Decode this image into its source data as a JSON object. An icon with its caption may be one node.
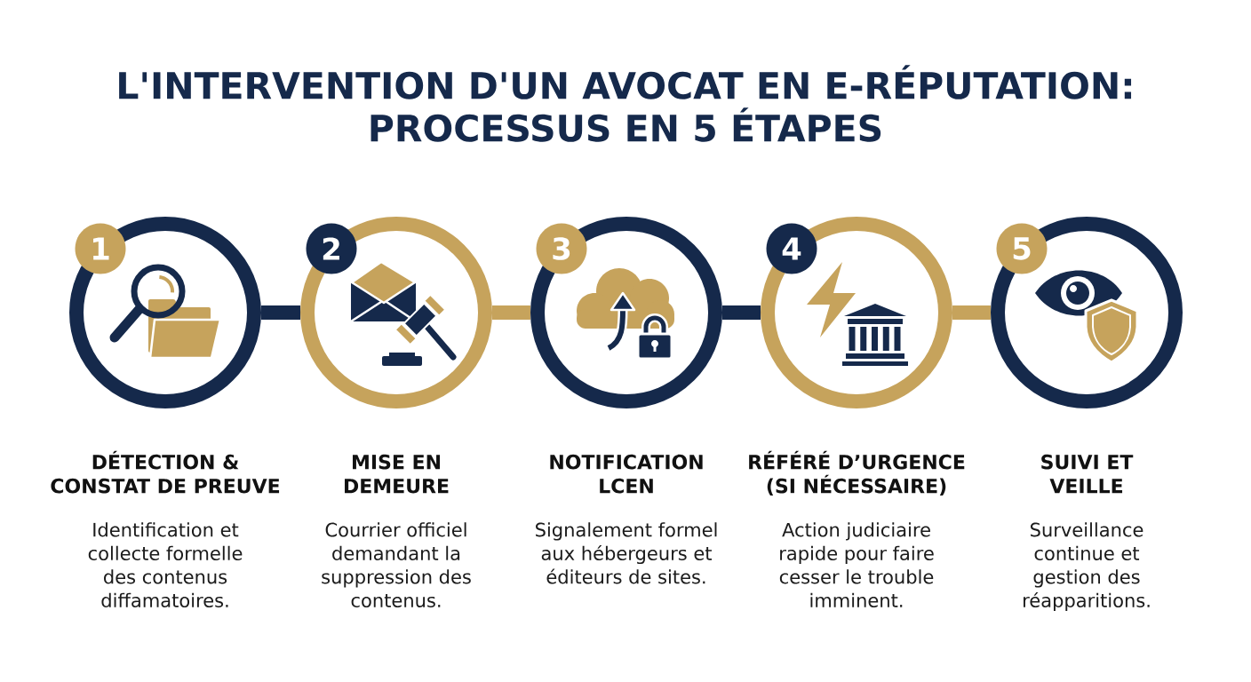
{
  "diagram": {
    "title": "L'INTERVENTION D'UN AVOCAT EN E-RÉPUTATION: PROCESSUS EN 5 ÉTAPES",
    "nodes": [
      {
        "text": [
          "1"
        ],
        "beside": [
          "DÉTECTION & CONSTAT DE PREUVE",
          "Identification et collecte formelle des contenus diffamatoires."
        ]
      },
      {
        "text": [
          "2"
        ],
        "beside": [
          "MISE EN DEMEURE",
          "Courrier officiel demandant la suppression des contenus."
        ]
      },
      {
        "text": [
          "3"
        ],
        "beside": [
          "NOTIFICATION LCEN",
          "Signalement formel aux hébergeurs et éditeurs de sites."
        ]
      },
      {
        "text": [
          "4"
        ],
        "beside": [
          "RÉFÉRÉ D’URGENCE (SI NÉCESSAIRE)",
          "Action judiciaire rapide pour faire cesser le trouble imminent."
        ]
      },
      {
        "text": [
          "5"
        ],
        "beside": [
          "SUIVI ET VEILLE",
          "Surveillance continue et gestion des réapparitions."
        ]
      }
    ],
    "edges": [
      {
        "from": 0,
        "to": 1,
        "arrow": "none",
        "color": "#15294b"
      },
      {
        "from": 1,
        "to": 2,
        "arrow": "none",
        "color": "#c6a35c"
      },
      {
        "from": 2,
        "to": 3,
        "arrow": "none",
        "color": "#15294b"
      },
      {
        "from": 3,
        "to": 4,
        "arrow": "none",
        "color": "#c6a35c"
      }
    ]
  }
}
